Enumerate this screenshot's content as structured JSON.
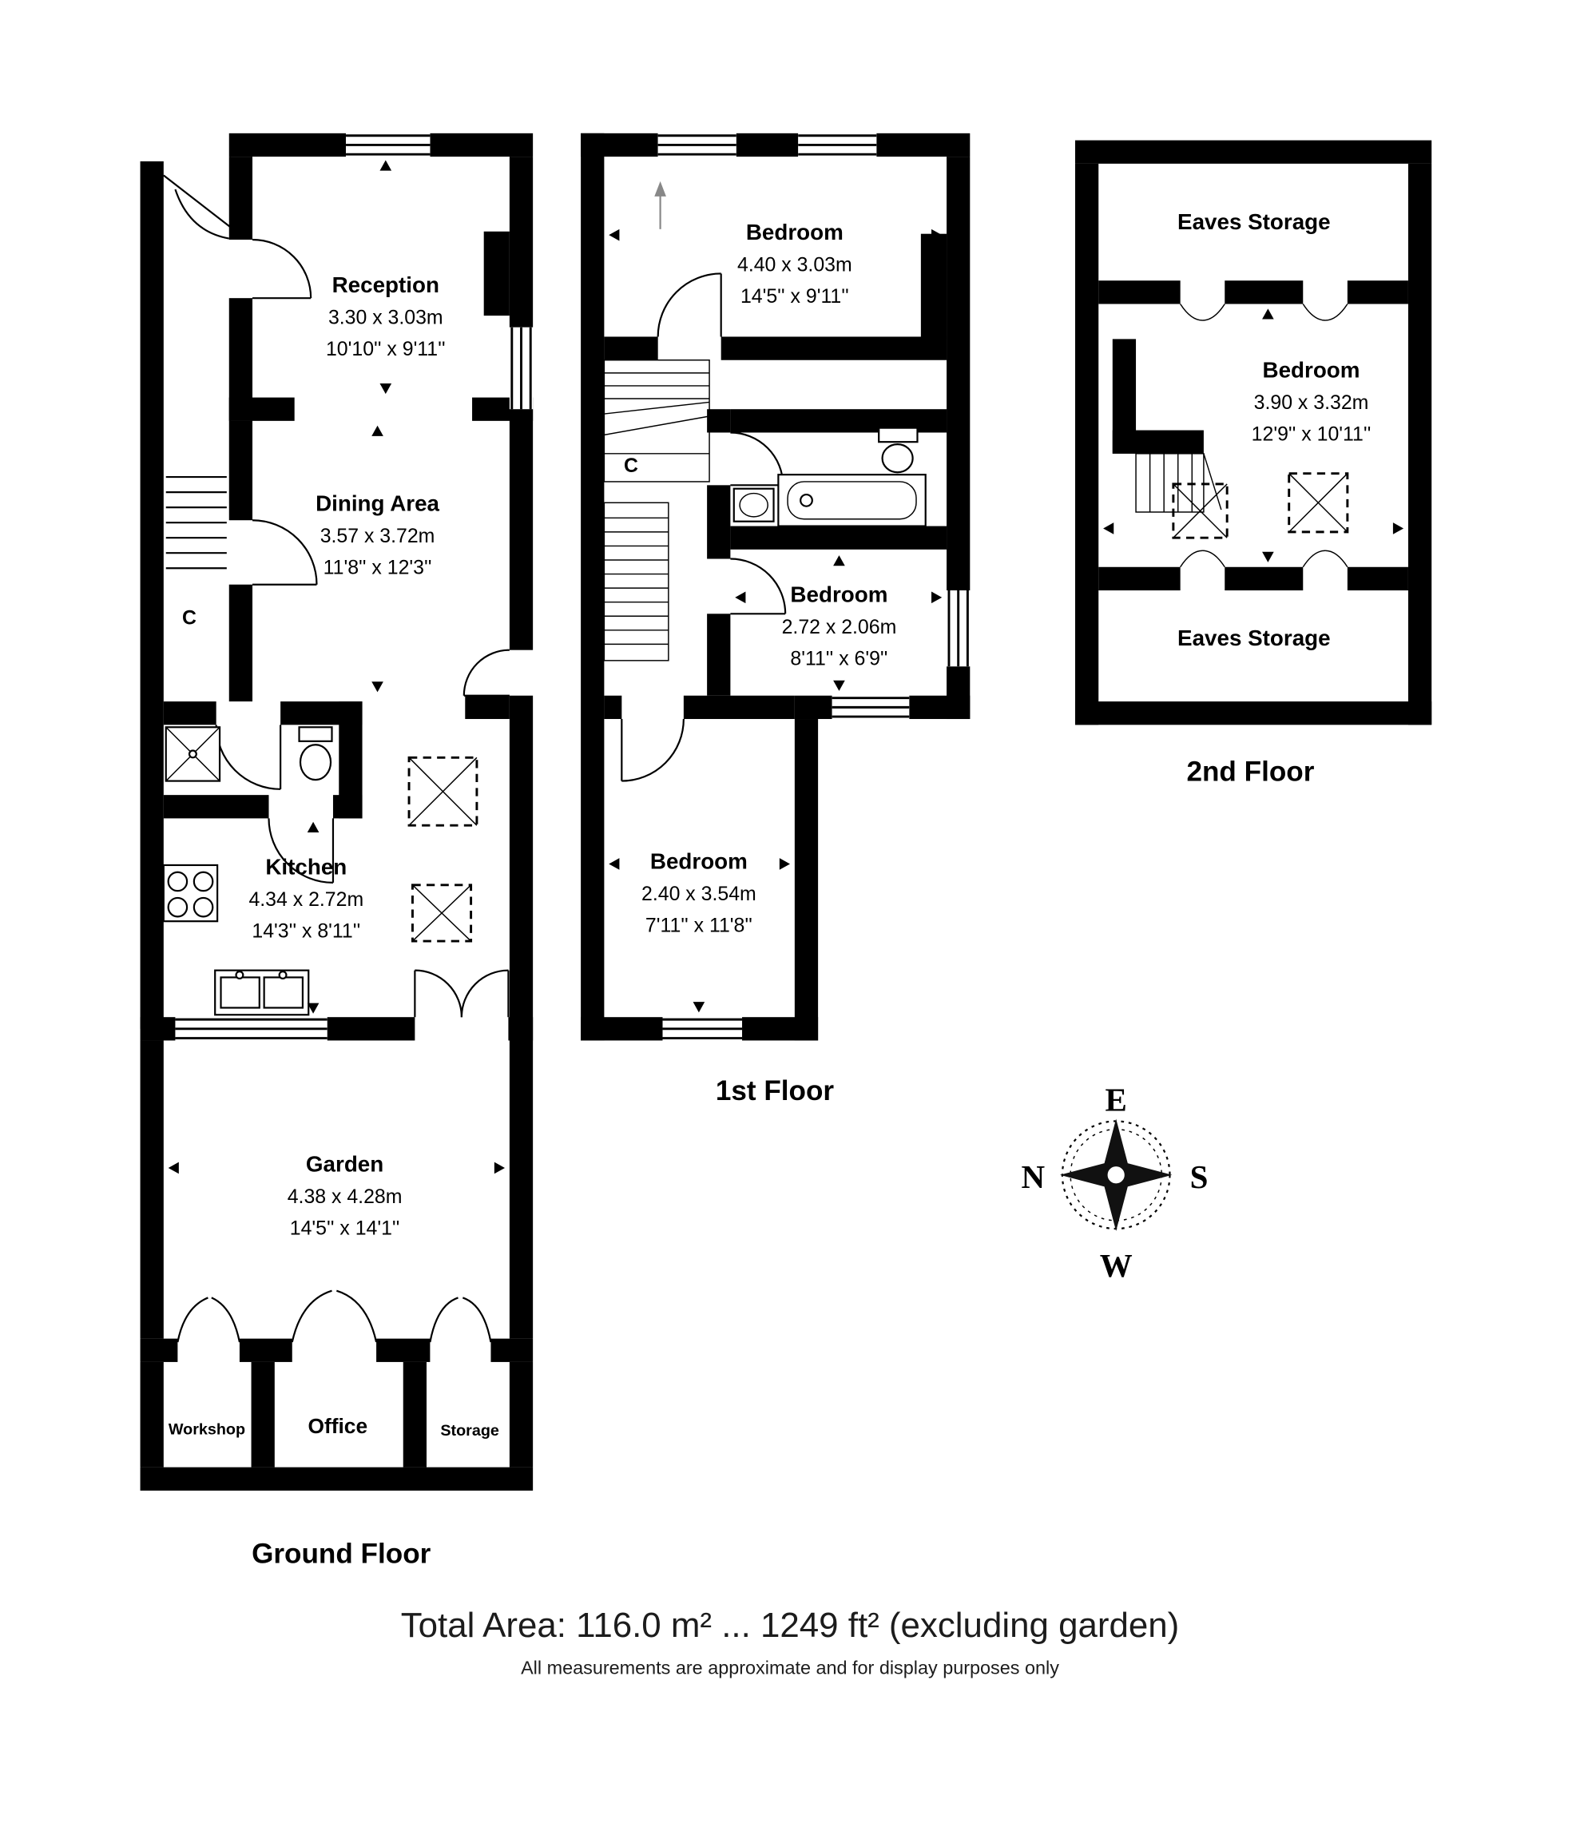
{
  "ground": {
    "label": "Ground Floor",
    "reception": {
      "name": "Reception",
      "metric": "3.30 x 3.03m",
      "imperial": "10'10'' x 9'11''"
    },
    "dining": {
      "name": "Dining Area",
      "metric": "3.57 x 3.72m",
      "imperial": "11'8'' x 12'3''"
    },
    "kitchen": {
      "name": "Kitchen",
      "metric": "4.34 x 2.72m",
      "imperial": "14'3'' x 8'11''"
    },
    "garden": {
      "name": "Garden",
      "metric": "4.38 x 4.28m",
      "imperial": "14'5'' x 14'1''"
    },
    "workshop": "Workshop",
    "office": "Office",
    "storage": "Storage",
    "cupboard": "C"
  },
  "first": {
    "label": "1st Floor",
    "bedroom1": {
      "name": "Bedroom",
      "metric": "4.40 x 3.03m",
      "imperial": "14'5'' x 9'11''"
    },
    "bedroom2": {
      "name": "Bedroom",
      "metric": "2.72 x 2.06m",
      "imperial": "8'11'' x 6'9''"
    },
    "bedroom3": {
      "name": "Bedroom",
      "metric": "2.40 x 3.54m",
      "imperial": "7'11'' x 11'8''"
    },
    "cupboard": "C"
  },
  "second": {
    "label": "2nd Floor",
    "eaves_top": "Eaves Storage",
    "bedroom": {
      "name": "Bedroom",
      "metric": "3.90 x 3.32m",
      "imperial": "12'9'' x 10'11''"
    },
    "eaves_bottom": "Eaves Storage"
  },
  "compass": {
    "n": "N",
    "e": "E",
    "s": "S",
    "w": "W"
  },
  "footer": {
    "total_area": "Total Area: 116.0 m² ... 1249 ft² (excluding garden)",
    "disclaimer": "All measurements are approximate and for display purposes only"
  },
  "colors": {
    "wall": "#000000",
    "background": "#ffffff"
  }
}
